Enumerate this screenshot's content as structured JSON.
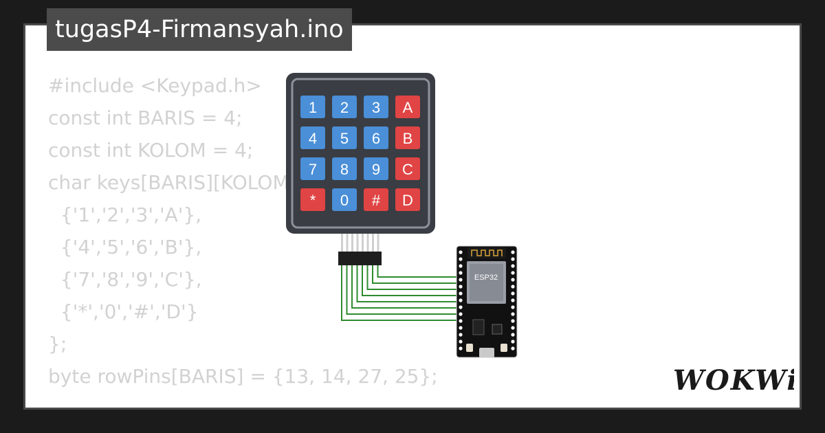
{
  "title": "tugasP4-Firmansyah.ino",
  "code_lines": [
    "#include <Keypad.h>",
    "const int BARIS = 4;",
    "const int KOLOM = 4;",
    "char keys[BARIS][KOLOM] = {",
    "  {'1','2','3','A'},",
    "  {'4','5','6','B'},",
    "  {'7','8','9','C'},",
    "  {'*','0','#','D'}",
    "};",
    "",
    "byte rowPins[BARIS] = {13, 14, 27, 25};"
  ],
  "keypad": {
    "keys": [
      "1",
      "2",
      "3",
      "A",
      "4",
      "5",
      "6",
      "B",
      "7",
      "8",
      "9",
      "C",
      "*",
      "0",
      "#",
      "D"
    ]
  },
  "board_label": "ESP32",
  "logo_text": "WOKWi",
  "colors": {
    "background": "#1b1b1b",
    "card": "#ffffff",
    "title_bg": "#4b4b4b",
    "code_text": "#d2d2d2",
    "key_blue": "#4a8fd8",
    "key_red": "#e04444",
    "keypad_body": "#3a3d43",
    "wire": "#2e8b2e",
    "board": "#111111"
  }
}
